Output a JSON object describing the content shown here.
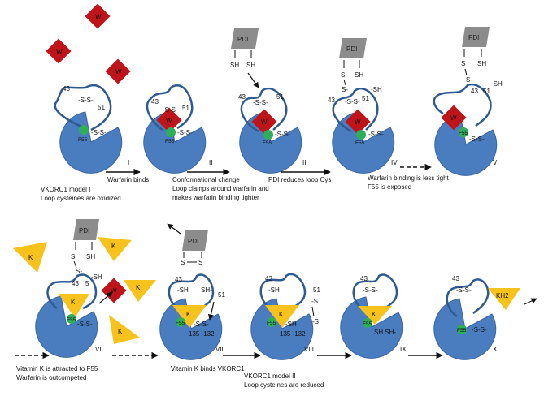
{
  "colors": {
    "enzyme": "#4a7dc0",
    "enzyme_stroke": "#3a64a0",
    "loop": "#2f5a90",
    "warfarin": "#c0141b",
    "vitamin_k": "#f8c21c",
    "pdi": "#8c8c8c",
    "f55": "#2fae5a"
  },
  "icons": [
    "pac-man-enzyme-shape",
    "red-diamond-warfarin",
    "yellow-triangle-vitamin-k",
    "gray-parallelogram-pdi",
    "green-dot-f55"
  ],
  "labels": {
    "w": "W",
    "k": "K",
    "kh2": "KH2",
    "pdi": "PDI",
    "sh": "SH",
    "s": "S",
    "ss": "-S-S-",
    "sh_dash": "-SH",
    "sh_minus": "SH-",
    "s_dash": "-S",
    "s_minus": "S-",
    "dash": "-",
    "f55": "F55",
    "n43": "43",
    "n51": "51",
    "n5": "5",
    "n135": "135 -132",
    "n135b": "135 -132",
    "sh_sh": "SH  SH-"
  },
  "steps": {
    "i": "I",
    "ii": "II",
    "iii": "III",
    "iv": "IV",
    "v": "V",
    "vi": "VI",
    "vii": "VII",
    "viii": "VIII",
    "ix": "IX",
    "x": "X"
  },
  "captions": {
    "c1a": "VKORC1 model I",
    "c1b": "Loop cysteines are oxidized",
    "c2": "Warfarin binds",
    "c3a": "Conformational change",
    "c3b": "Loop clamps around warfarin and",
    "c3c": "makes warfarin binding tighter",
    "c4": "PDI reduces loop Cys",
    "c5a": "Warfarin binding is less tight",
    "c5b": "F55 is  exposed",
    "c6a": "Vitamin K is attracted to F55",
    "c6b": "Warfarin is outcompeted",
    "c7": "Vitamin K binds VKORC1",
    "c8a": "VKORC1 model II",
    "c8b": "Loop cysteines are reduced"
  }
}
